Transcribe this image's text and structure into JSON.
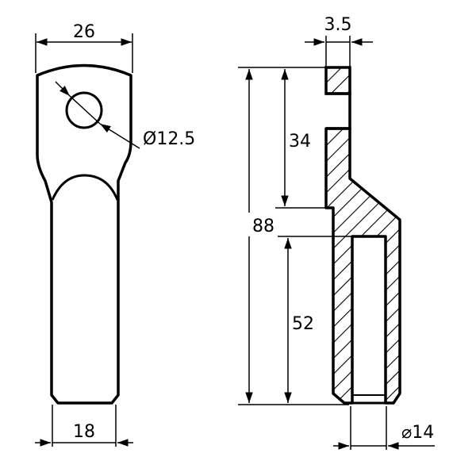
{
  "drawing": {
    "front_view": {
      "width_top_label": "26",
      "width_bottom_label": "18",
      "hole_diameter_label": "Ø12.5"
    },
    "section_view": {
      "wall_thickness_label": "3.5",
      "total_length_label": "88",
      "upper_length_label": "34",
      "bore_depth_label": "52",
      "bore_diameter_label": "⌀14"
    }
  },
  "colors": {
    "line": "#000000",
    "background": "#ffffff"
  }
}
